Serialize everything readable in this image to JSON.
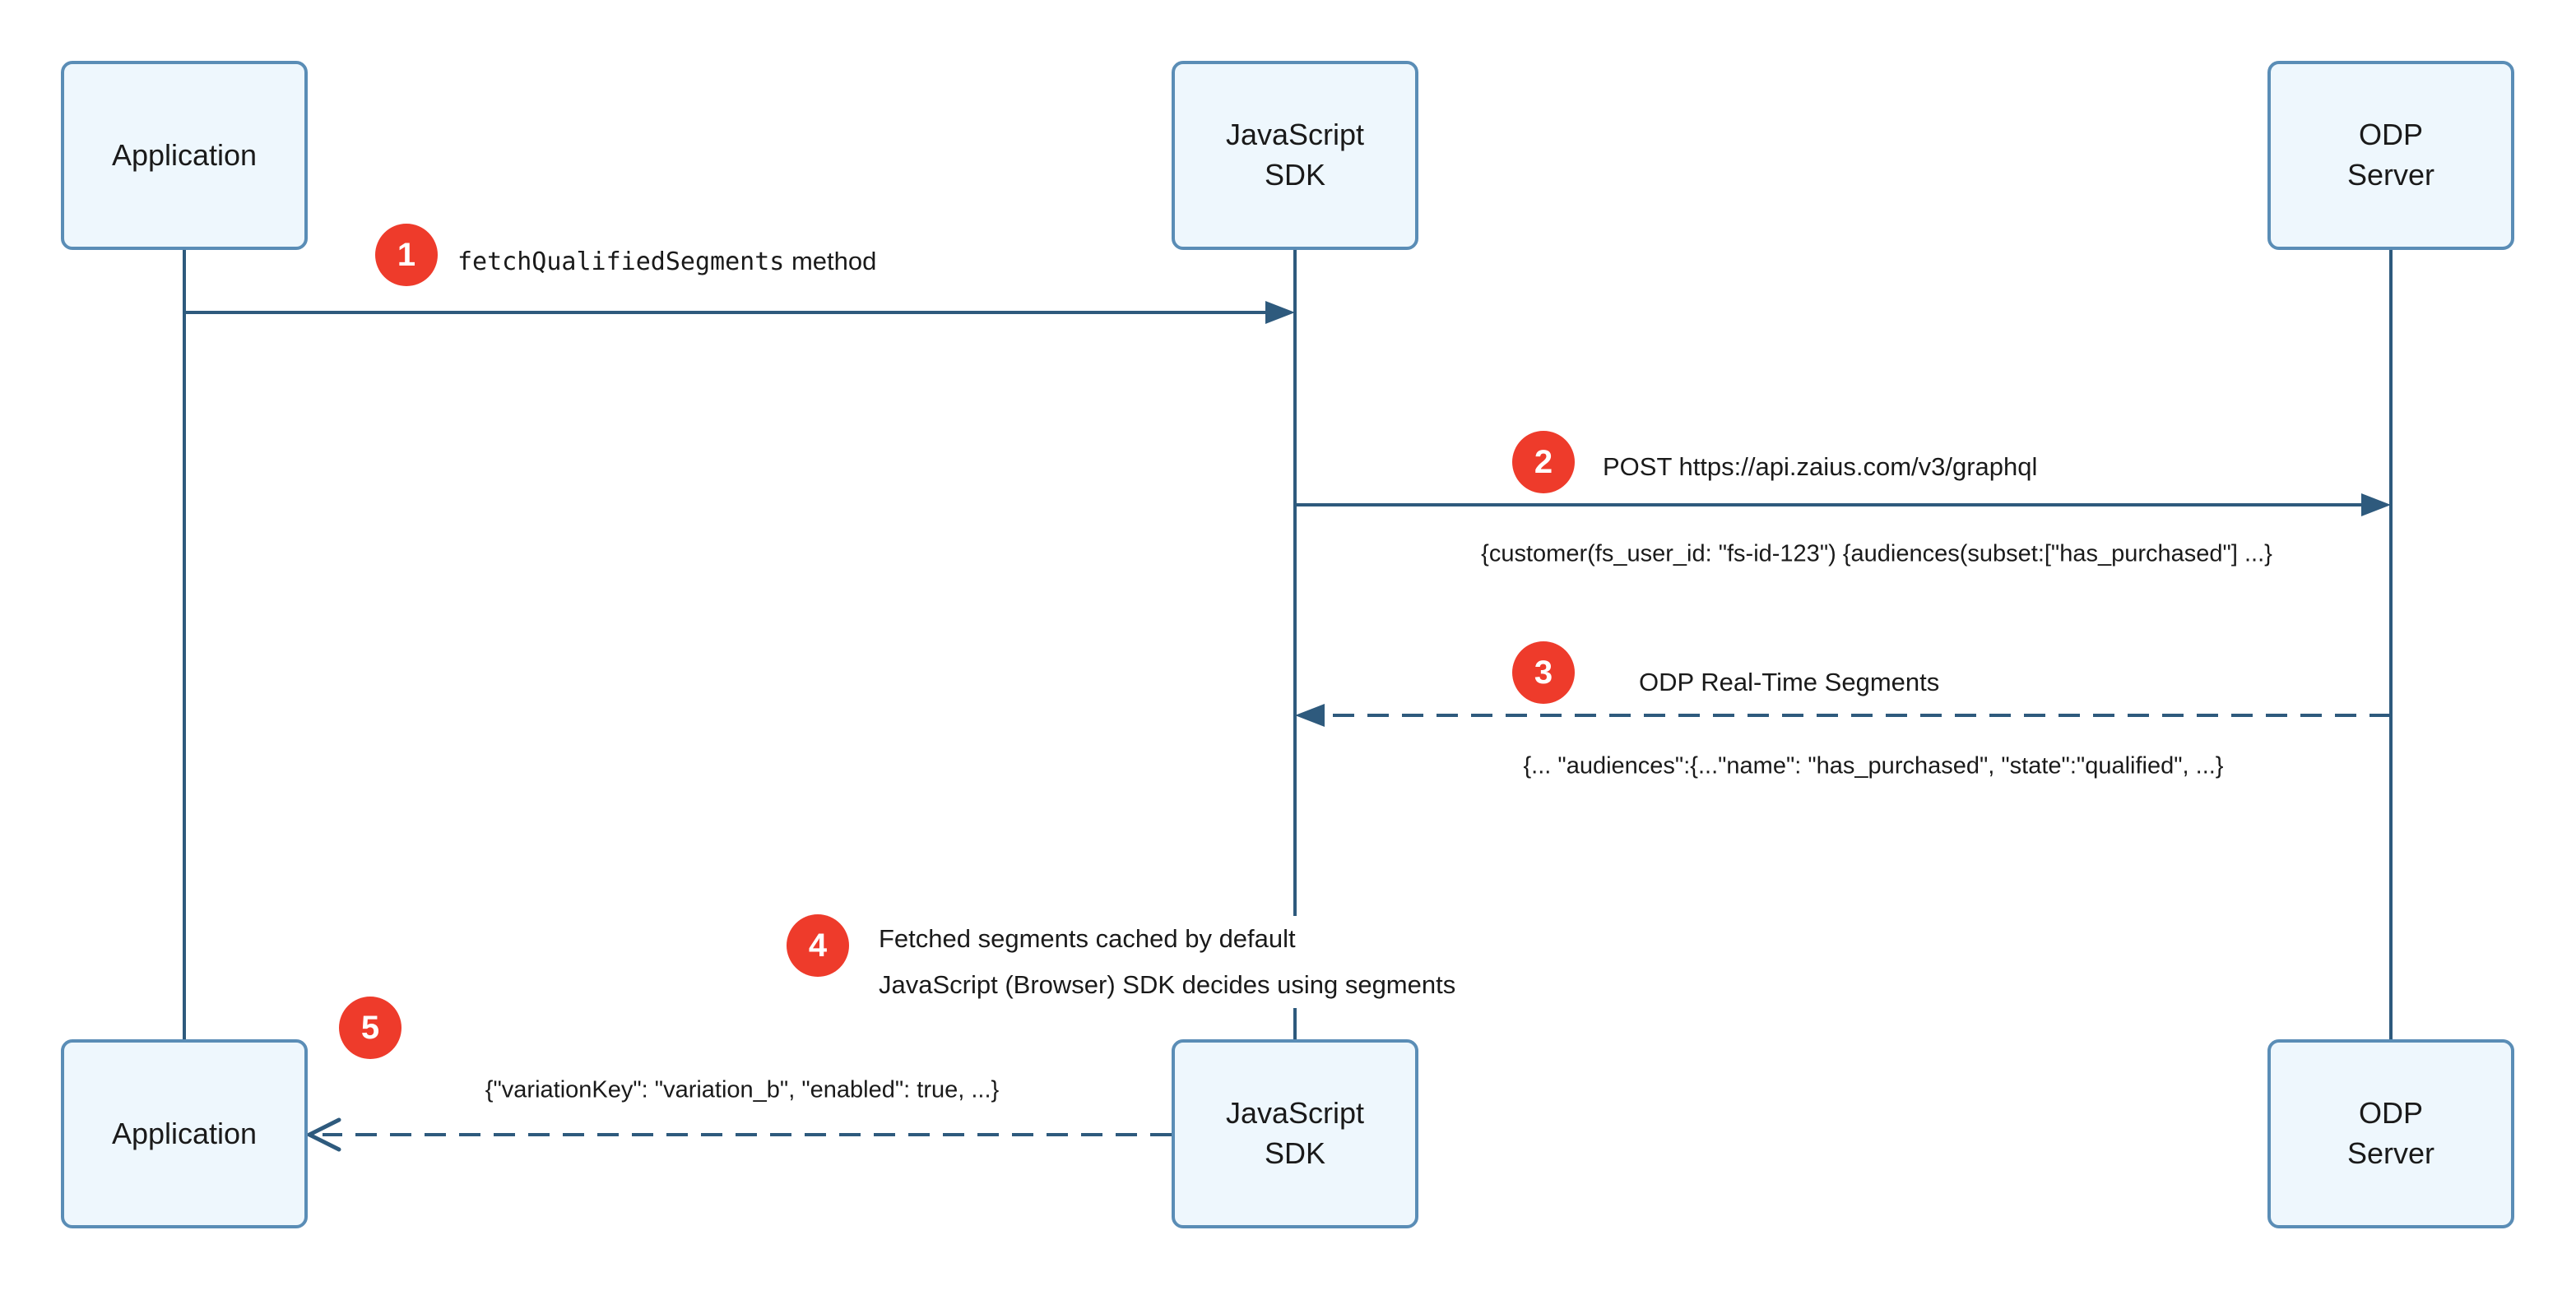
{
  "diagram": {
    "actors": [
      {
        "id": "application-top",
        "label": "Application"
      },
      {
        "id": "javascript-sdk-top",
        "label": "JavaScript\nSDK"
      },
      {
        "id": "odp-server-top",
        "label": "ODP\nServer"
      },
      {
        "id": "application-bottom",
        "label": "Application"
      },
      {
        "id": "javascript-sdk-bottom",
        "label": "JavaScript\nSDK"
      },
      {
        "id": "odp-server-bottom",
        "label": "ODP\nServer"
      }
    ],
    "messages": [
      {
        "num": "1",
        "code": "fetchQualifiedSegments",
        "text": " method"
      },
      {
        "num": "2",
        "text": "POST https://api.zaius.com/v3/graphql",
        "payload": "{customer(fs_user_id: \"fs-id-123\") {audiences(subset:[\"has_purchased\"] ...}"
      },
      {
        "num": "3",
        "text": "ODP Real-Time Segments",
        "payload": "{... \"audiences\":{...\"name\": \"has_purchased\", \"state\":\"qualified\", ...}"
      },
      {
        "num": "4",
        "line1": "Fetched segments cached by default",
        "line2": "JavaScript (Browser) SDK decides using segments"
      },
      {
        "num": "5",
        "payload": "{\"variationKey\": \"variation_b\", \"enabled\": true, ...}"
      }
    ],
    "colors": {
      "box_fill": "#eef7fd",
      "box_border": "#5a8db6",
      "line": "#2e5a7d",
      "badge": "#ee3b2b",
      "badge_text": "#ffffff",
      "text": "#1a1a1a"
    }
  }
}
